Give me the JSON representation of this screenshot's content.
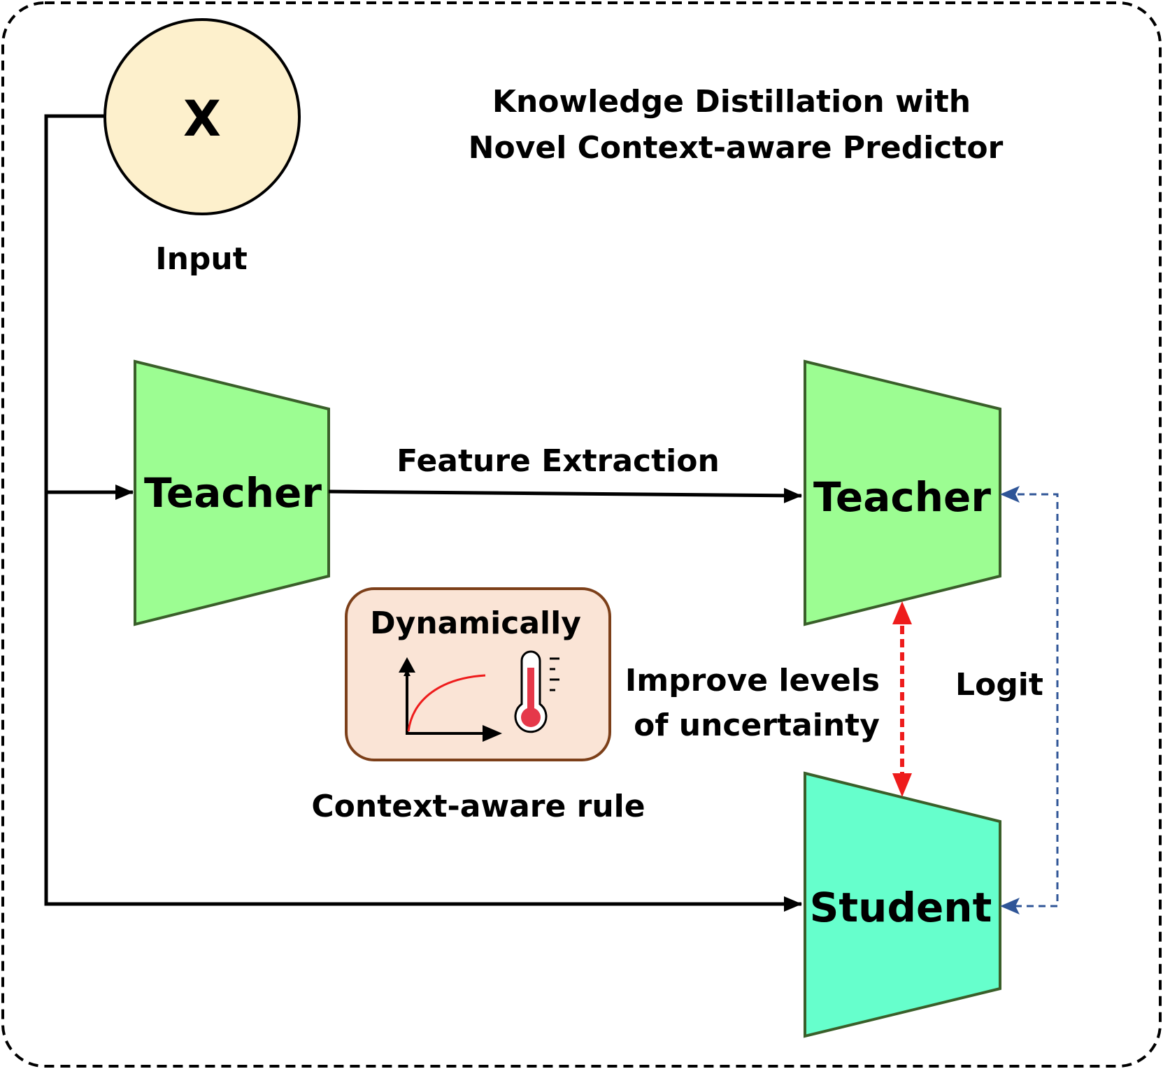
{
  "title": {
    "line1": "Knowledge Distillation with",
    "line2": "Novel Context-aware Predictor"
  },
  "input": {
    "symbol": "X",
    "label": "Input"
  },
  "teacher_left": {
    "label": "Teacher"
  },
  "teacher_right": {
    "label": "Teacher"
  },
  "student": {
    "label": "Student"
  },
  "edges": {
    "feature_extraction": "Feature Extraction",
    "improve_line1": "Improve levels",
    "improve_line2": "of  uncertainty",
    "logit": "Logit"
  },
  "context_box": {
    "title": "Dynamically",
    "caption": "Context-aware rule",
    "icons": [
      "growth-curve-icon",
      "thermometer-icon"
    ]
  },
  "colors": {
    "teacher_fill": "#9cfd92",
    "student_fill": "#66ffcc",
    "input_fill": "#fdf0cc",
    "context_fill": "#fae4d6",
    "context_border": "#7c3f19",
    "trapezoid_border": "#3a5f2a",
    "red_arrow": "#ee1c1c",
    "logit_arrow": "#2f5597"
  }
}
